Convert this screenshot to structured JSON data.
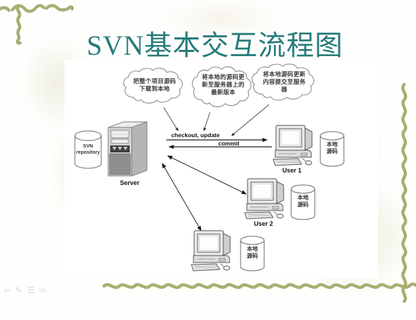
{
  "slide": {
    "title": "SVN基本交互流程图",
    "title_color": "#267c7a",
    "border_color": "#a9ae72",
    "background_color": "#ffffff"
  },
  "diagram": {
    "clouds": [
      {
        "text": "把整个项目源码\n下载到本地"
      },
      {
        "text": "将本地的源码更\n新至服务器上的\n最新版本"
      },
      {
        "text": "将本地源码更新\n内容提交至服务\n器"
      }
    ],
    "arrow_labels": {
      "checkout": "checkout, update",
      "commit": "commit"
    },
    "labels": {
      "repository": "SVN\nrepository",
      "server": "Server",
      "user1": "User 1",
      "user2": "User 2",
      "local_source": "本地\n源码"
    }
  },
  "presenter_controls": {
    "icons": [
      {
        "name": "back-arrow-icon",
        "glyph": "⇦"
      },
      {
        "name": "pen-icon",
        "glyph": "✎"
      },
      {
        "name": "menu-icon",
        "glyph": "☰"
      },
      {
        "name": "forward-arrow-icon",
        "glyph": "⇨"
      }
    ]
  }
}
